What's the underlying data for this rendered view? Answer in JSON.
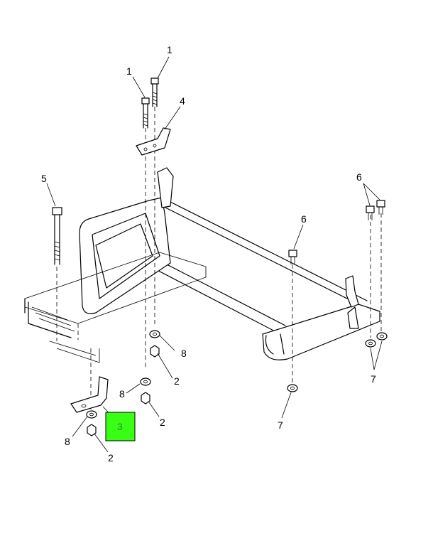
{
  "diagram": {
    "callouts": {
      "c1a": "1",
      "c1b": "1",
      "c4": "4",
      "c5": "5",
      "c6a": "6",
      "c6b": "6",
      "c8a": "8",
      "c8b": "8",
      "c8c": "8",
      "c2a": "2",
      "c2b": "2",
      "c2c": "2",
      "c3": "3",
      "c7a": "7",
      "c7b": "7"
    },
    "highlight_color": "#39ff14",
    "footer_left": "",
    "footer_right": ""
  }
}
